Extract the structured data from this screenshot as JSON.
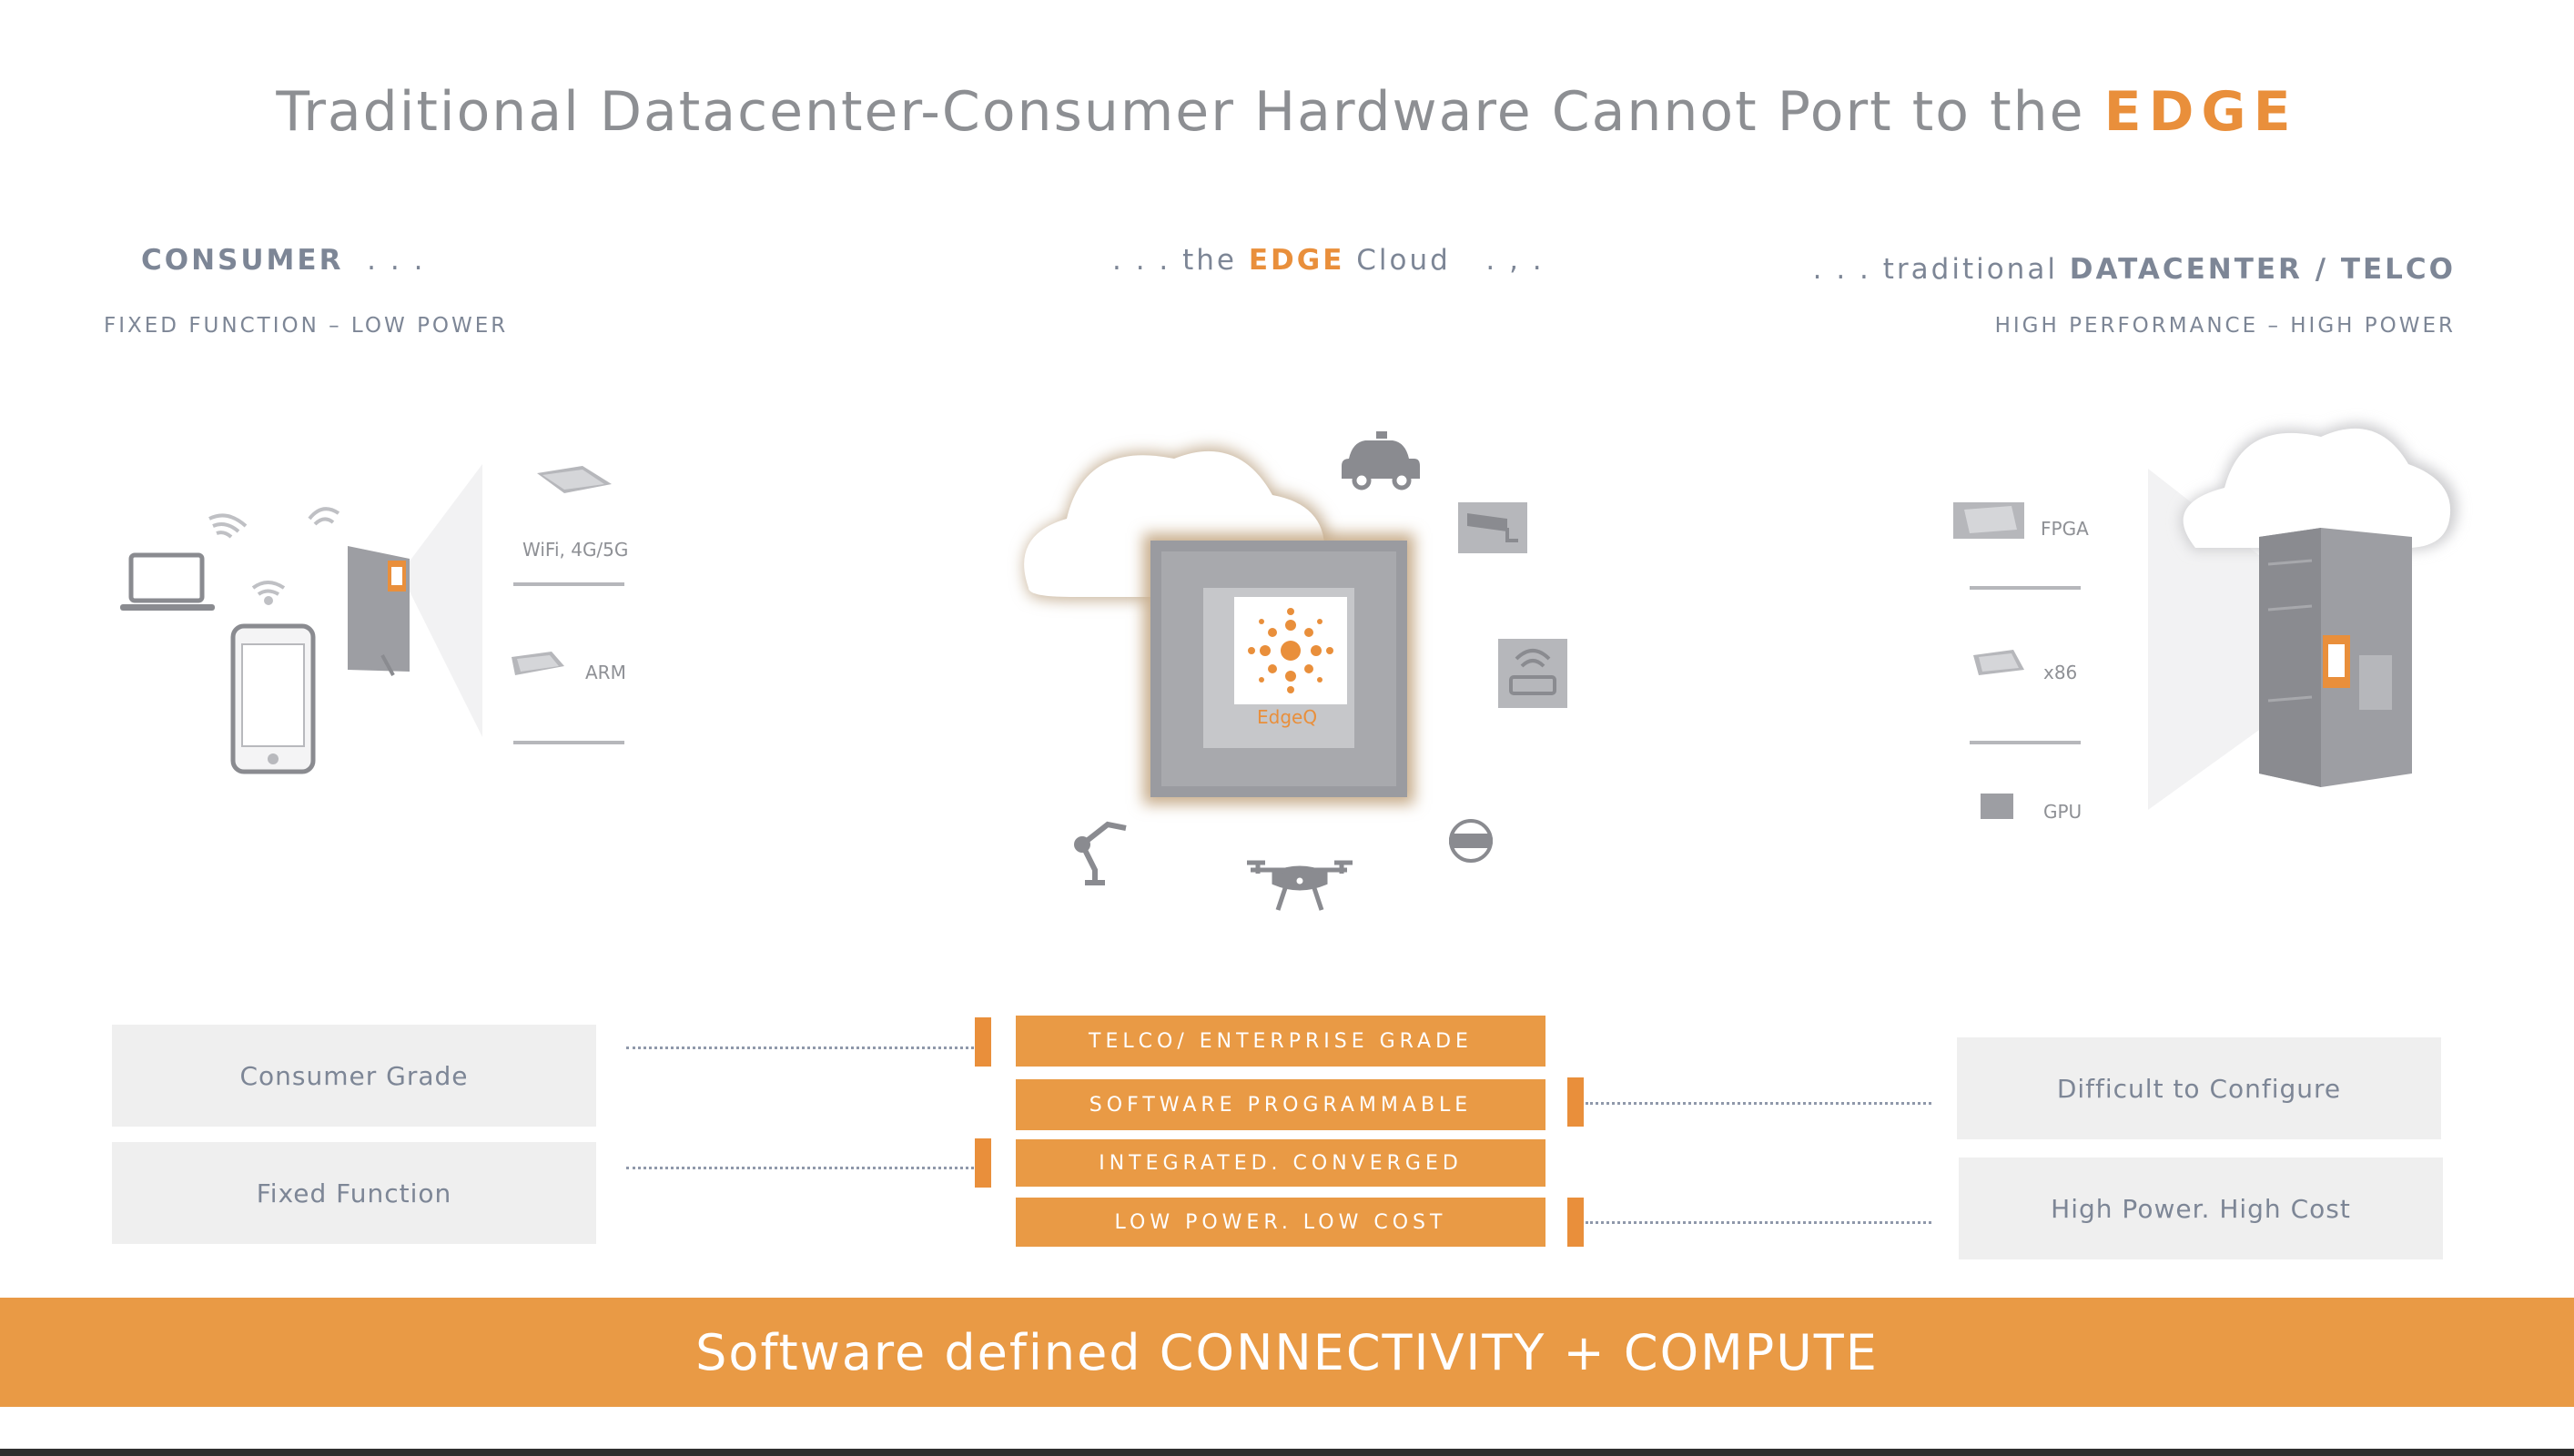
{
  "title": {
    "text": "Traditional Datacenter-Consumer Hardware Cannot Port to the ",
    "highlight": "EDGE"
  },
  "consumer": {
    "heading": "CONSUMER",
    "dots": ". . .",
    "subtitle": "FIXED FUNCTION  –  LOW POWER",
    "chip_labels": [
      "WiFi, 4G/5G",
      "ARM"
    ]
  },
  "edge": {
    "prefix": ". . .  the ",
    "highlight": "EDGE",
    "suffix": " Cloud",
    "trail": ". , .",
    "chip_label": "EdgeQ"
  },
  "datacenter": {
    "prefix": ". . .  traditional ",
    "heading": "DATACENTER / TELCO",
    "subtitle": "HIGH PERFORMANCE  –  HIGH POWER",
    "chip_labels": [
      "FPGA",
      "x86",
      "GPU"
    ]
  },
  "left_boxes": [
    "Consumer  Grade",
    "Fixed Function"
  ],
  "center_boxes": [
    "TELCO/ ENTERPRISE GRADE",
    "SOFTWARE PROGRAMMABLE",
    "INTEGRATED.  CONVERGED",
    "LOW POWER.  LOW COST"
  ],
  "right_boxes": [
    "Difficult to Configure",
    "High Power. High Cost"
  ],
  "banner": "Software defined CONNECTIVITY  +  COMPUTE",
  "colors": {
    "accent": "#e98f3b",
    "box_orange": "#e99a45",
    "grey_text": "#7d8696",
    "box_grey": "#efefef"
  }
}
